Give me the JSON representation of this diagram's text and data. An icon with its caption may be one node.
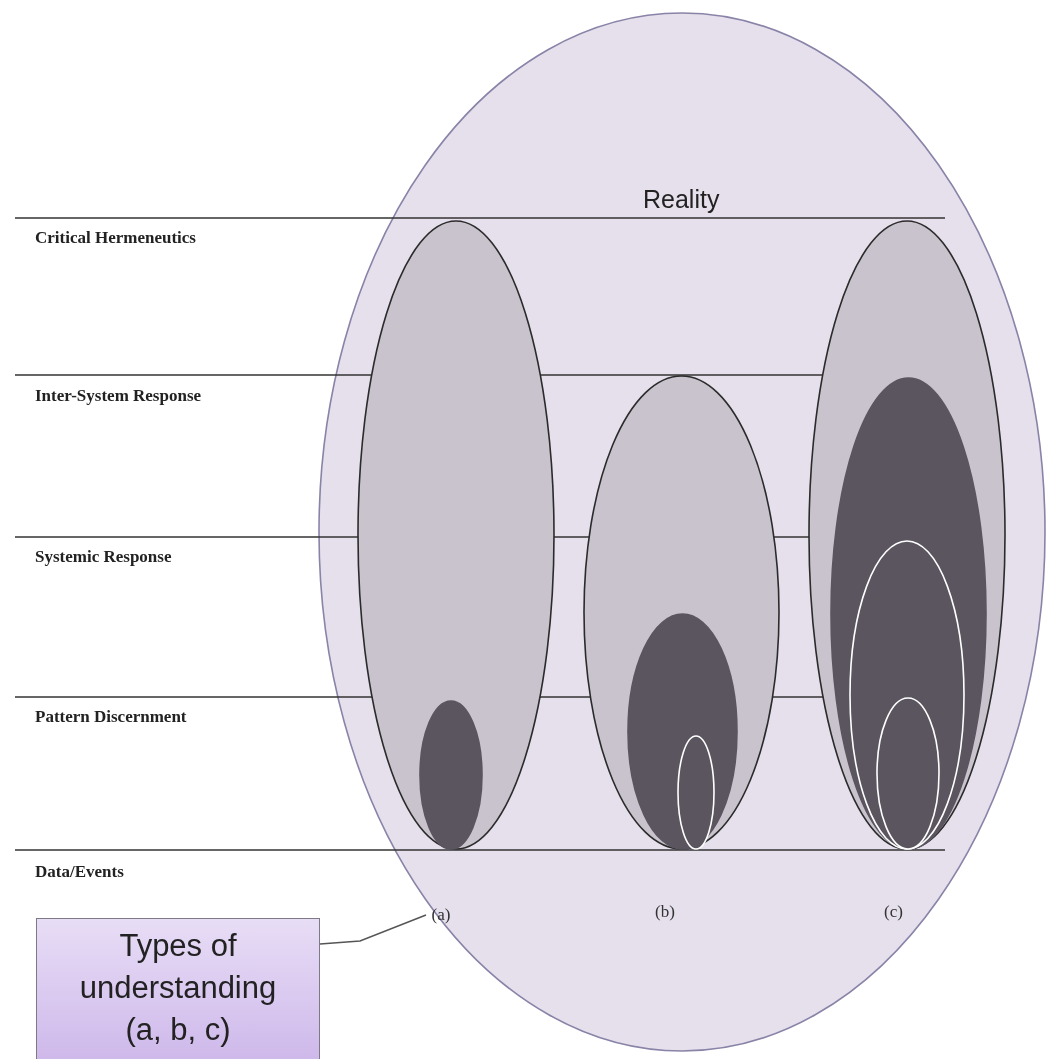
{
  "diagram": {
    "nodes": [
      {
        "text": [
          "Reality"
        ]
      },
      {
        "text": [],
        "shape": "ellipse",
        "in": 0
      },
      {
        "text": [],
        "shape": "ellipse",
        "in": 1
      },
      {
        "text": [],
        "shape": "ellipse",
        "in": 0
      },
      {
        "text": [],
        "shape": "ellipse",
        "in": 3
      },
      {
        "text": [],
        "shape": "ellipse",
        "in": 4
      },
      {
        "text": [],
        "shape": "ellipse",
        "in": 0
      },
      {
        "text": [],
        "shape": "ellipse",
        "in": 6
      },
      {
        "text": [],
        "shape": "ellipse",
        "in": 7
      },
      {
        "text": [],
        "shape": "ellipse",
        "in": 8
      },
      {
        "text": [
          "(a)"
        ],
        "in": 0
      },
      {
        "text": [
          "Types of understanding (a, b, c)"
        ]
      }
    ],
    "edges": [
      {
        "from": 11,
        "to": 10,
        "arrow": "none"
      }
    ],
    "labels": [
      "Critical Hermeneutics",
      "Inter-System Response",
      "Systemic Response",
      "Pattern Discernment",
      "Data/Events",
      "(b)",
      "(c)"
    ]
  }
}
